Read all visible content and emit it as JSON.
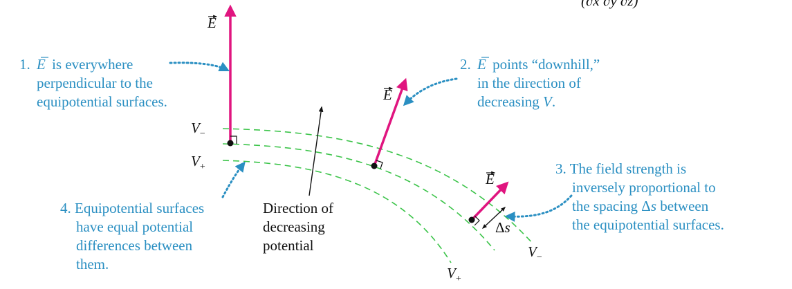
{
  "top_right_fragment": "(∂x   ∂y   ∂z)",
  "vector_label": "E",
  "notes": {
    "note1": {
      "line1": "1.",
      "line1b": "is everywhere",
      "line2": "perpendicular to the",
      "line3": "equipotential surfaces."
    },
    "note2": {
      "line1": "2.",
      "line1b": "points “downhill,”",
      "line2": "in the direction of",
      "line3a": "decreasing ",
      "line3b": "V",
      "line3c": "."
    },
    "note3": {
      "line1": "3. The field strength is",
      "line2": "inversely proportional to",
      "line3a": "the spacing Δ",
      "line3b": "s",
      "line3c": " between",
      "line4": "the equipotential surfaces."
    },
    "note4": {
      "line1": "4. Equipotential surfaces",
      "line2": "have equal potential",
      "line3": "differences between",
      "line4": "them."
    }
  },
  "direction_label": {
    "line1": "Direction of",
    "line2": "decreasing",
    "line3": "potential"
  },
  "potential_labels": {
    "v_minus_left": "V",
    "v_minus_left_sub": "−",
    "v_plus_left": "V",
    "v_plus_left_sub": "+",
    "v_minus_right": "V",
    "v_minus_right_sub": "−",
    "v_plus_bottom": "V",
    "v_plus_bottom_sub": "+"
  },
  "spacing_label": {
    "delta": "Δ",
    "s": "s"
  },
  "colors": {
    "field_vector": "#e0157f",
    "equipotential": "#3cc44a",
    "annotation": "#2a8fc2",
    "text": "#111111"
  }
}
